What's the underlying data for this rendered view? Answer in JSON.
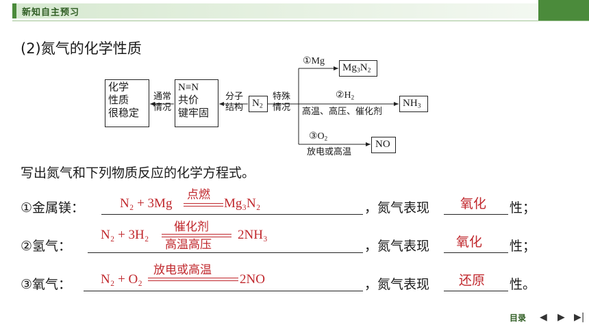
{
  "header": {
    "title": "新知自主预习"
  },
  "section_title": "(2)氮气的化学性质",
  "diagram": {
    "box_stable": [
      "化学",
      "性质",
      "很稳定"
    ],
    "box_bond": [
      "N≡N",
      "共价",
      "键牢固"
    ],
    "label_usually": [
      "通常",
      "情况"
    ],
    "label_molecular": [
      "分子",
      "结构"
    ],
    "n2": "N",
    "n2_sub": "2",
    "label_special": [
      "特殊",
      "情况"
    ],
    "mg_label": "①Mg",
    "product1": "Mg",
    "product1_sub1": "3",
    "product1_mid": "N",
    "product1_sub2": "2",
    "h2_label": "②H",
    "h2_sub": "2",
    "h2_cond": "高温、高压、催化剂",
    "product2": "NH",
    "product2_sub": "3",
    "o2_label": "③O",
    "o2_sub": "2",
    "o2_cond": "放电或高温",
    "product3": "NO"
  },
  "instruction": "写出氮气和下列物质反应的化学方程式。",
  "questions": [
    {
      "label": "①金属镁：",
      "eq_left": "N₂ + 3Mg",
      "eq_right": "Mg₃N₂",
      "condition": "点燃",
      "suffix_pre": "，氮气表现",
      "answer": "氧化",
      "suffix_post": "性；"
    },
    {
      "label": "②氢气：",
      "eq_left": "N₂ + 3H₂",
      "eq_right": "2NH₃",
      "condition": "催化剂",
      "condition2": "高温高压",
      "suffix_pre": "，氮气表现",
      "answer": "氧化",
      "suffix_post": "性；"
    },
    {
      "label": "③氧气：",
      "eq_left": "N₂ + O₂",
      "eq_right": "2NO",
      "condition": "放电或高温",
      "suffix_pre": "，氮气表现",
      "answer": "还原",
      "suffix_post": "性。"
    }
  ],
  "nav": {
    "toc": "目录",
    "prev": "◀",
    "next": "▶",
    "end": "▶|"
  }
}
